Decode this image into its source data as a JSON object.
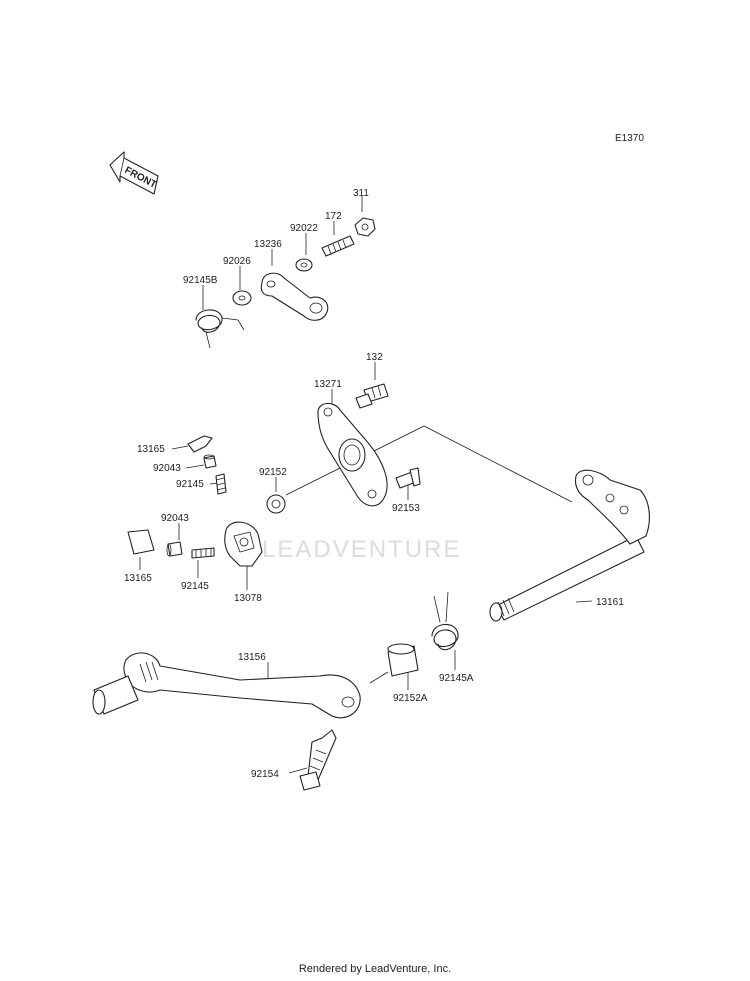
{
  "diagram": {
    "code": "E1370",
    "front_label": "FRONT",
    "watermark": "LEADVENTURE",
    "footer": "Rendered by LeadVenture, Inc."
  },
  "labels": {
    "p311": "311",
    "p172": "172",
    "p92022": "92022",
    "p13236": "13236",
    "p92026": "92026",
    "p92145B": "92145B",
    "p132": "132",
    "p13271": "13271",
    "p13165a": "13165",
    "p92043a": "92043",
    "p92145a": "92145",
    "p92152": "92152",
    "p92153": "92153",
    "p92043b": "92043",
    "p13165b": "13165",
    "p92145b": "92145",
    "p13078": "13078",
    "p13161": "13161",
    "p13156": "13156",
    "p92152A": "92152A",
    "p92145A": "92145A",
    "p92154": "92154"
  },
  "colors": {
    "line": "#222222",
    "watermark": "#dcdcdc"
  }
}
